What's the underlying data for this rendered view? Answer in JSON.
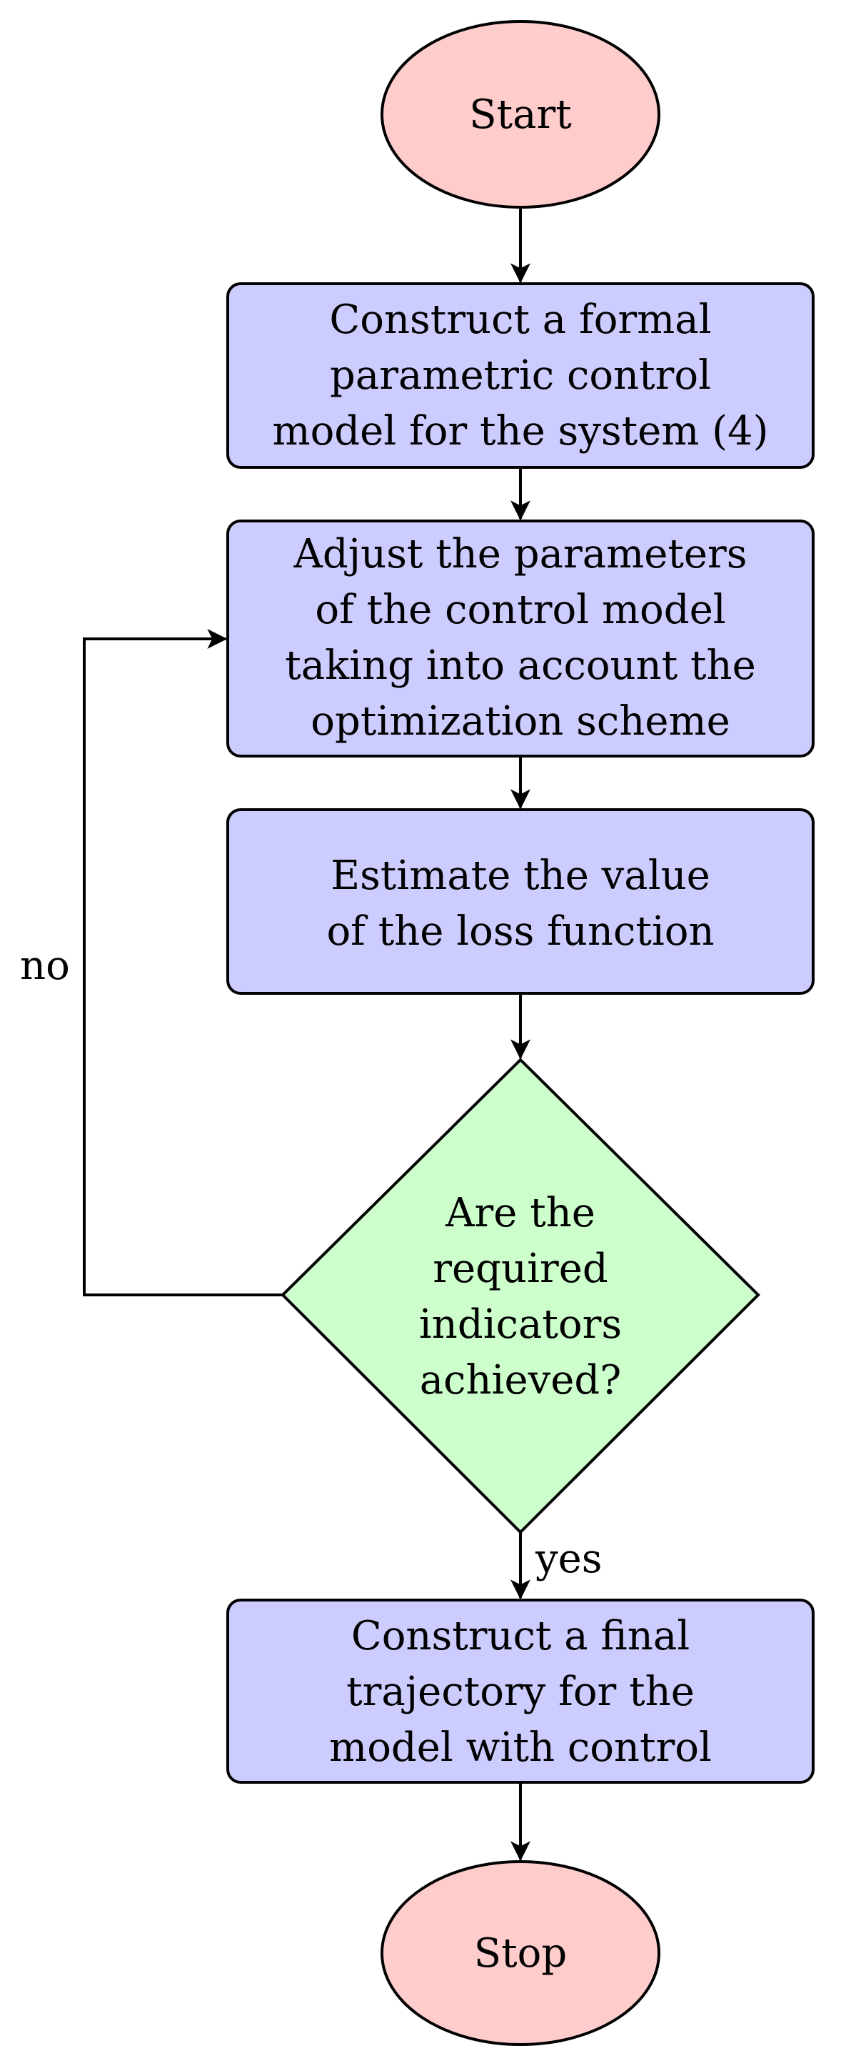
{
  "colors": {
    "terminal_fill": "#ffcccc",
    "process_fill": "#ccccff",
    "decision_fill": "#ccffcc",
    "stroke": "#000000"
  },
  "nodes": {
    "start": {
      "lines": [
        "Start"
      ]
    },
    "construct_model": {
      "lines": [
        "Construct a formal",
        "parametric control",
        "model for the system (4)"
      ]
    },
    "adjust_params": {
      "lines": [
        "Adjust the parameters",
        "of the control model",
        "taking into account the",
        "optimization scheme"
      ]
    },
    "estimate_loss": {
      "lines": [
        "Estimate the value",
        "of the loss function"
      ]
    },
    "decision": {
      "lines": [
        "Are the",
        "required",
        "indicators",
        "achieved?"
      ]
    },
    "construct_final": {
      "lines": [
        "Construct a final",
        "trajectory for the",
        "model with control"
      ]
    },
    "stop": {
      "lines": [
        "Stop"
      ]
    }
  },
  "edges": {
    "no_label": "no",
    "yes_label": "yes"
  }
}
